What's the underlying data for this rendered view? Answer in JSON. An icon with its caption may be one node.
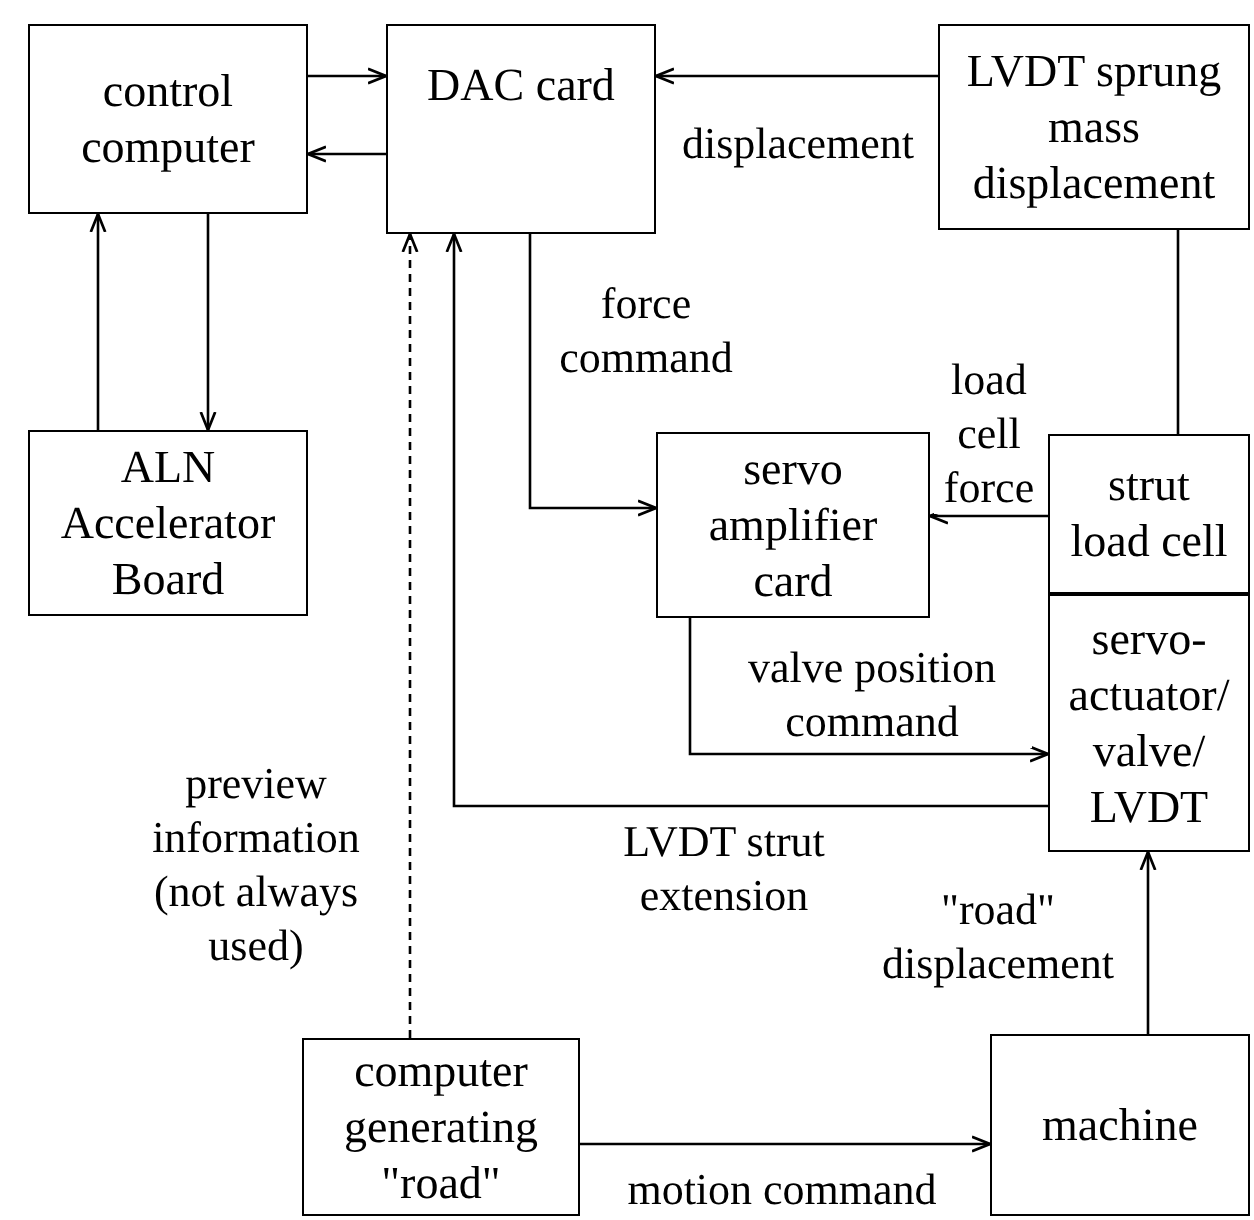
{
  "diagram": {
    "nodes": [
      {
        "text": [
          "control computer"
        ]
      },
      {
        "text": [
          "DAC card"
        ]
      },
      {
        "text": [
          "LVDT sprung mass displacement"
        ]
      },
      {
        "text": [
          "ALN Accelerator Board"
        ]
      },
      {
        "text": [
          "servo amplifier card"
        ]
      },
      {
        "text": [
          "strut load cell"
        ]
      },
      {
        "text": [
          "servo- actuator/ valve/ LVDT"
        ]
      },
      {
        "text": [
          "computer generating \"road\""
        ]
      },
      {
        "text": [
          "machine"
        ]
      }
    ],
    "edges": [
      {
        "from": 0,
        "to": 1,
        "arrow": "to"
      },
      {
        "from": 1,
        "to": 0,
        "arrow": "to"
      },
      {
        "from": 3,
        "to": 0,
        "arrow": "to"
      },
      {
        "from": 0,
        "to": 3,
        "arrow": "to"
      },
      {
        "from": 2,
        "to": 1,
        "arrow": "to",
        "label": "displacement"
      },
      {
        "from": 1,
        "to": 4,
        "arrow": "to",
        "label": "force command"
      },
      {
        "from": 5,
        "to": 4,
        "arrow": "to",
        "label": "load cell force"
      },
      {
        "from": 2,
        "to": 5,
        "arrow": "none"
      },
      {
        "from": 4,
        "to": 6,
        "arrow": "to",
        "label": "valve position command"
      },
      {
        "from": 6,
        "to": 1,
        "arrow": "to",
        "label": "LVDT strut extension"
      },
      {
        "from": 7,
        "to": 1,
        "arrow": "to",
        "style": "dashed",
        "label": "preview information (not always used)"
      },
      {
        "from": 8,
        "to": 6,
        "arrow": "to",
        "label": "\"road\" displacement"
      },
      {
        "from": 7,
        "to": 8,
        "arrow": "to",
        "label": "motion command"
      }
    ]
  }
}
